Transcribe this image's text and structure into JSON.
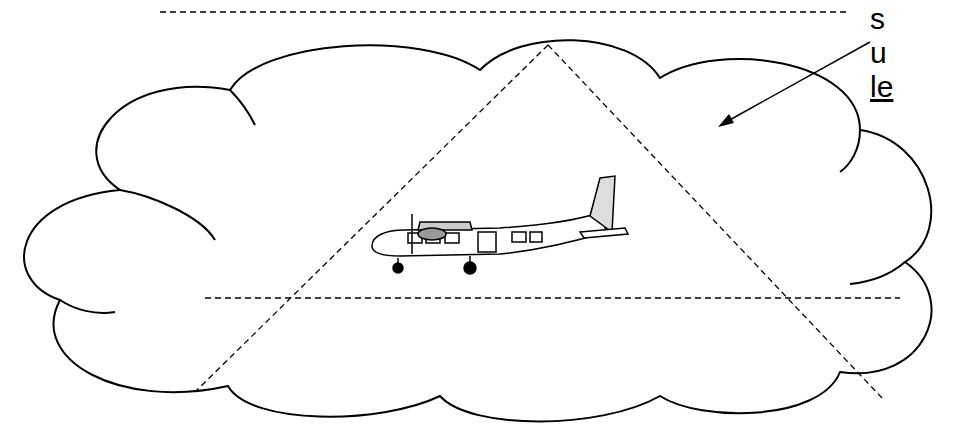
{
  "diagram": {
    "labels": [
      "s",
      "u",
      "le"
    ]
  }
}
